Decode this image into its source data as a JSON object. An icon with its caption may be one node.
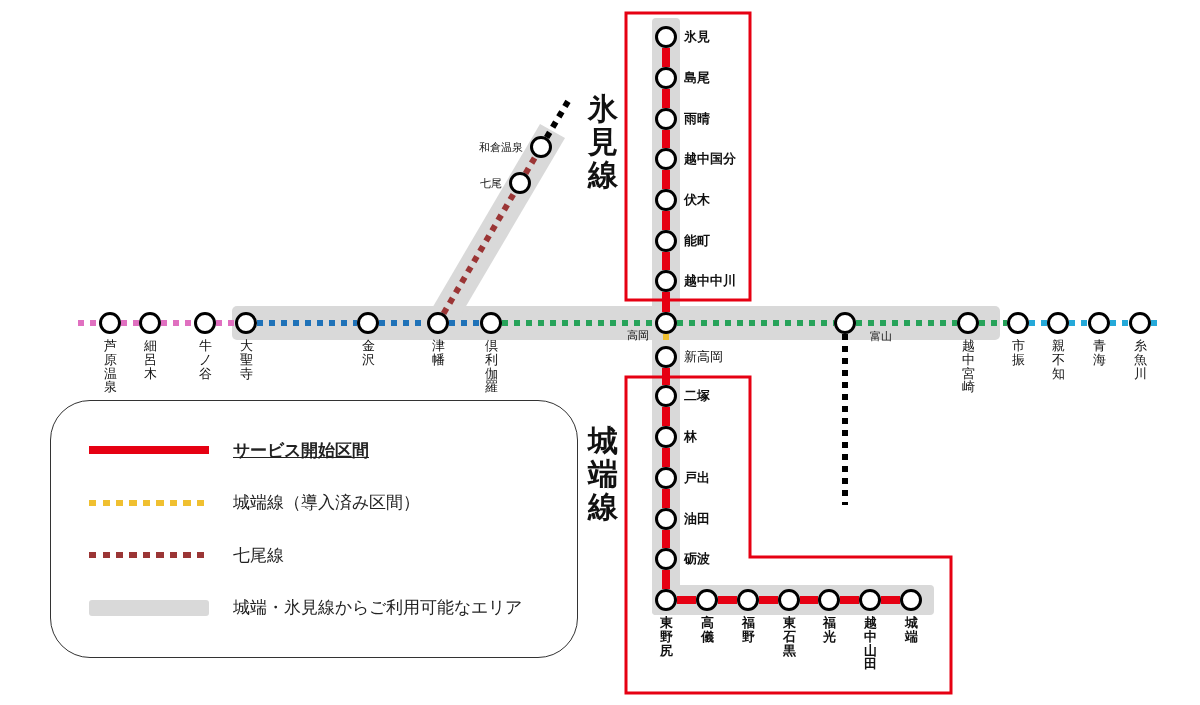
{
  "diagram": {
    "nodes": [
      {
        "text": [
          "氷見"
        ]
      },
      {
        "text": [
          "島尾"
        ]
      },
      {
        "text": [
          "雨晴"
        ]
      },
      {
        "text": [
          "越中国分"
        ]
      },
      {
        "text": [
          "伏木"
        ]
      },
      {
        "text": [
          "能町"
        ]
      },
      {
        "text": [
          "越中中川"
        ]
      },
      {
        "text": [
          "和倉温泉"
        ]
      },
      {
        "text": [
          "七尾"
        ]
      },
      {
        "text": [
          "芦原温泉"
        ]
      },
      {
        "text": [
          "細呂木"
        ]
      },
      {
        "text": [
          "牛ノ谷"
        ]
      },
      {
        "text": [
          "大聖寺"
        ]
      },
      {
        "text": [
          "金沢"
        ]
      },
      {
        "text": [
          "津幡"
        ]
      },
      {
        "text": [
          "倶利伽羅"
        ]
      },
      {
        "text": [
          "高岡"
        ]
      },
      {
        "text": [
          "富山"
        ]
      },
      {
        "text": [
          "越中宮崎"
        ]
      },
      {
        "text": [
          "市振"
        ]
      },
      {
        "text": [
          "親不知"
        ]
      },
      {
        "text": [
          "青海"
        ]
      },
      {
        "text": [
          "糸魚川"
        ]
      },
      {
        "text": [
          "新高岡"
        ]
      },
      {
        "text": [
          "二塚"
        ]
      },
      {
        "text": [
          "林"
        ]
      },
      {
        "text": [
          "戸出"
        ]
      },
      {
        "text": [
          "油田"
        ]
      },
      {
        "text": [
          "砺波"
        ]
      },
      {
        "text": [
          "東野尻"
        ]
      },
      {
        "text": [
          "高儀"
        ]
      },
      {
        "text": [
          "福野"
        ]
      },
      {
        "text": [
          "東石黒"
        ]
      },
      {
        "text": [
          "福光"
        ]
      },
      {
        "text": [
          "越中山田"
        ]
      },
      {
        "text": [
          "城端"
        ]
      }
    ],
    "edges": [
      {
        "from": 0,
        "to": 1,
        "arrow": "none"
      },
      {
        "from": 1,
        "to": 2,
        "arrow": "none"
      },
      {
        "from": 2,
        "to": 3,
        "arrow": "none"
      },
      {
        "from": 3,
        "to": 4,
        "arrow": "none"
      },
      {
        "from": 4,
        "to": 5,
        "arrow": "none"
      },
      {
        "from": 5,
        "to": 6,
        "arrow": "none"
      },
      {
        "from": 6,
        "to": 16,
        "arrow": "none"
      },
      {
        "from": 16,
        "to": 23,
        "arrow": "none",
        "style": "dashed",
        "color": "#f0c030"
      },
      {
        "from": 23,
        "to": 24,
        "arrow": "none"
      },
      {
        "from": 24,
        "to": 25,
        "arrow": "none"
      },
      {
        "from": 25,
        "to": 26,
        "arrow": "none"
      },
      {
        "from": 26,
        "to": 27,
        "arrow": "none"
      },
      {
        "from": 27,
        "to": 28,
        "arrow": "none"
      },
      {
        "from": 28,
        "to": 29,
        "arrow": "none"
      },
      {
        "from": 29,
        "to": 30,
        "arrow": "none"
      },
      {
        "from": 30,
        "to": 31,
        "arrow": "none"
      },
      {
        "from": 31,
        "to": 32,
        "arrow": "none"
      },
      {
        "from": 32,
        "to": 33,
        "arrow": "none"
      },
      {
        "from": 33,
        "to": 34,
        "arrow": "none"
      },
      {
        "from": 34,
        "to": 35,
        "arrow": "none"
      },
      {
        "from": null,
        "to": 9,
        "arrow": "none",
        "style": "dashed",
        "color": "#e070c0"
      },
      {
        "from": 9,
        "to": 10,
        "arrow": "none",
        "style": "dashed",
        "color": "#e070c0"
      },
      {
        "from": 10,
        "to": 11,
        "arrow": "none",
        "style": "dashed",
        "color": "#e070c0"
      },
      {
        "from": 11,
        "to": 12,
        "arrow": "none",
        "style": "dashed",
        "color": "#e070c0"
      },
      {
        "from": 12,
        "to": 13,
        "arrow": "none",
        "style": "dashed",
        "color": "#1f72b8"
      },
      {
        "from": 13,
        "to": 14,
        "arrow": "none",
        "style": "dashed",
        "color": "#1f72b8"
      },
      {
        "from": 14,
        "to": 15,
        "arrow": "none",
        "style": "dashed",
        "color": "#1f72b8"
      },
      {
        "from": 15,
        "to": 16,
        "arrow": "none",
        "style": "dashed",
        "color": "#27a35a"
      },
      {
        "from": 16,
        "to": 17,
        "arrow": "none",
        "style": "dashed",
        "color": "#27a35a"
      },
      {
        "from": 17,
        "to": 18,
        "arrow": "none",
        "style": "dashed",
        "color": "#27a35a"
      },
      {
        "from": 18,
        "to": 19,
        "arrow": "none",
        "style": "dashed",
        "color": "#27a35a"
      },
      {
        "from": 19,
        "to": 20,
        "arrow": "none",
        "style": "dashed",
        "color": "#25a9d9"
      },
      {
        "from": 20,
        "to": 21,
        "arrow": "none",
        "style": "dashed",
        "color": "#25a9d9"
      },
      {
        "from": 21,
        "to": 22,
        "arrow": "none",
        "style": "dashed",
        "color": "#25a9d9"
      },
      {
        "from": 22,
        "to": null,
        "arrow": "none",
        "style": "dashed",
        "color": "#25a9d9"
      },
      {
        "from": 14,
        "to": 8,
        "arrow": "none",
        "style": "dashed",
        "color": "#9b3535"
      },
      {
        "from": 8,
        "to": 7,
        "arrow": "none",
        "style": "dashed",
        "color": "#9b3535"
      },
      {
        "from": 7,
        "to": null,
        "arrow": "none",
        "style": "dashed",
        "color": "#000000"
      },
      {
        "from": 17,
        "to": null,
        "arrow": "none",
        "style": "dashed",
        "color": "#000000"
      }
    ],
    "labels": [
      "氷見線",
      "城端線"
    ],
    "legend": [
      {
        "text": "サービス開始区間",
        "color": "#e60012"
      },
      {
        "text": "城端線（導入済み区間）",
        "color": "#f0c030"
      },
      {
        "text": "七尾線",
        "color": "#9b3535"
      },
      {
        "text": "城端・氷見線からご利用可能なエリア",
        "color": "#d9d9d9"
      }
    ]
  }
}
